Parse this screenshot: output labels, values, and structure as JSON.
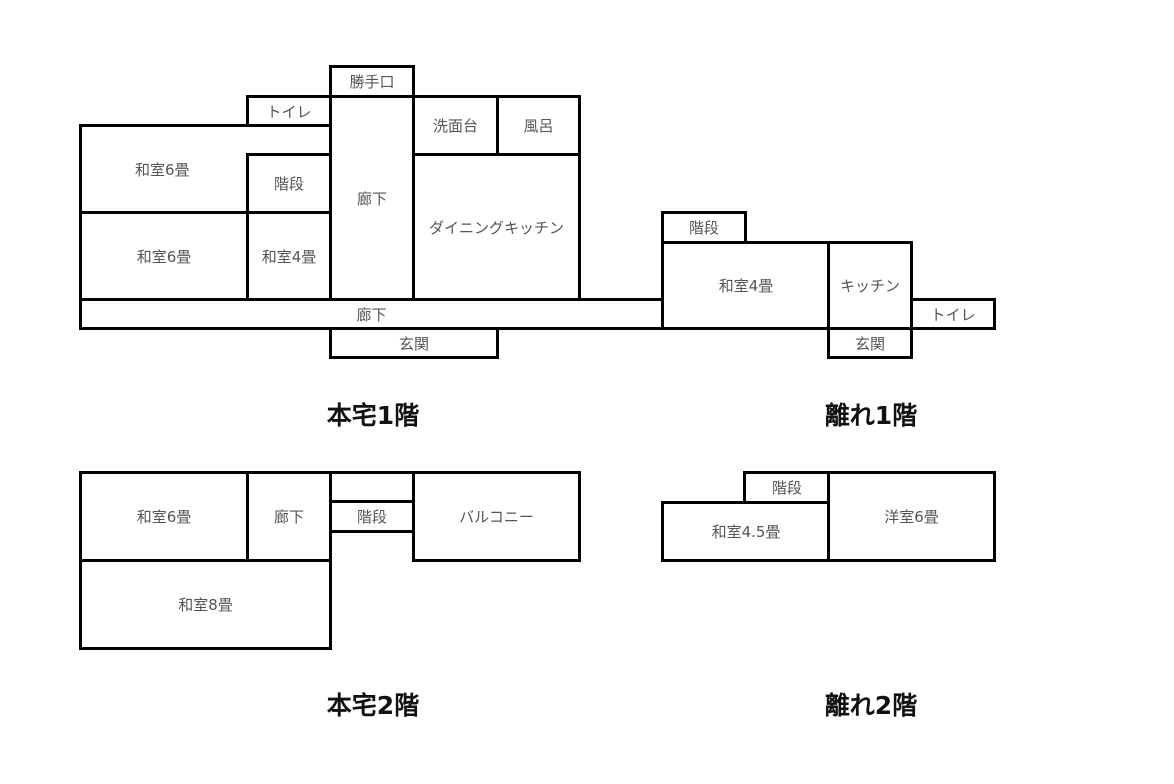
{
  "main1": {
    "caption": "本宅1階",
    "rooms": {
      "katteguchi": "勝手口",
      "toilet": "トイレ",
      "senmendai": "洗面台",
      "furo": "風呂",
      "washitsu6_a": "和室6畳",
      "kaidan": "階段",
      "rouka_v": "廊下",
      "dining_kitchen": "ダイニングキッチン",
      "washitsu6_b": "和室6畳",
      "washitsu4": "和室4畳",
      "rouka_h": "廊下",
      "genkan": "玄関"
    }
  },
  "annex1": {
    "caption": "離れ1階",
    "rooms": {
      "kaidan": "階段",
      "washitsu4": "和室4畳",
      "kitchen": "キッチン",
      "toilet": "トイレ",
      "genkan": "玄関"
    }
  },
  "main2": {
    "caption": "本宅2階",
    "rooms": {
      "washitsu6": "和室6畳",
      "rouka": "廊下",
      "kaidan": "階段",
      "balcony": "バルコニー",
      "washitsu8": "和室8畳"
    }
  },
  "annex2": {
    "caption": "離れ2階",
    "rooms": {
      "kaidan": "階段",
      "washitsu45": "和室4.5畳",
      "youshitsu6": "洋室6畳"
    }
  }
}
